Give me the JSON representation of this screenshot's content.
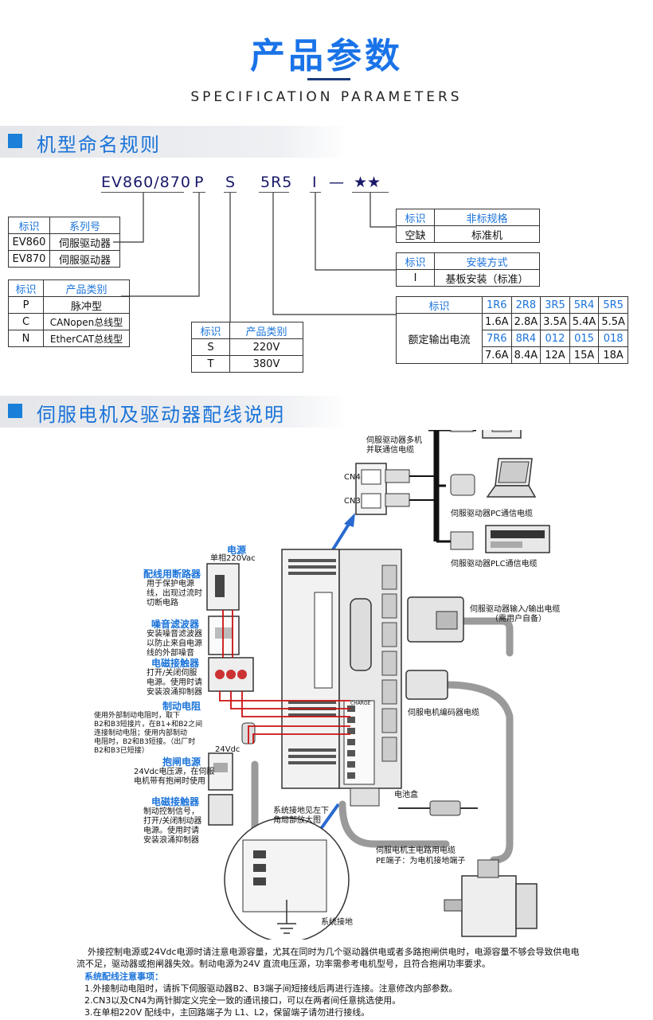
{
  "header": {
    "title": "产品参数",
    "subtitle": "SPECIFICATION PARAMETERS"
  },
  "section1": {
    "title": "机型命名规则",
    "model_code": {
      "series": "EV860/870",
      "p": "P",
      "s": "S",
      "r": "5R5",
      "i": "I",
      "dash": "—",
      "stars": "★★"
    },
    "series_table": {
      "headers": [
        "标识",
        "系列号"
      ],
      "rows": [
        [
          "EV860",
          "伺服驱动器"
        ],
        [
          "EV870",
          "伺服驱动器"
        ]
      ]
    },
    "category_table": {
      "headers": [
        "标识",
        "产品类别"
      ],
      "rows": [
        [
          "P",
          "脉冲型"
        ],
        [
          "C",
          "CANopen总线型"
        ],
        [
          "N",
          "EtherCAT总线型"
        ]
      ]
    },
    "voltage_table": {
      "headers": [
        "标识",
        "产品类别"
      ],
      "rows": [
        [
          "S",
          "220V"
        ],
        [
          "T",
          "380V"
        ]
      ]
    },
    "spec_table": {
      "headers": [
        "标识",
        "非标规格"
      ],
      "rows": [
        [
          "空缺",
          "标准机"
        ]
      ]
    },
    "install_table": {
      "headers": [
        "标识",
        "安装方式"
      ],
      "rows": [
        [
          "I",
          "基板安装（标准）"
        ]
      ]
    },
    "current_table": {
      "label_header": "标识",
      "label_row": "额定输出电流",
      "codes1": [
        "1R6",
        "2R8",
        "3R5",
        "5R4",
        "5R5"
      ],
      "values1": [
        "1.6A",
        "2.8A",
        "3.5A",
        "5.4A",
        "5.5A"
      ],
      "codes2": [
        "7R6",
        "8R4",
        "012",
        "015",
        "018"
      ],
      "values2": [
        "7.6A",
        "8.4A",
        "12A",
        "15A",
        "18A"
      ]
    }
  },
  "section2": {
    "title": "伺服电机及驱动器配线说明",
    "labels": {
      "multi_comm": "伺服驱动器多机\n并联通信电缆",
      "cn4": "CN4",
      "cn3": "CN3",
      "pc_cable": "伺服驱动器PC通信电缆",
      "plc_cable": "伺服驱动器PLC通信电缆",
      "power": "电源",
      "power_spec": "单相220Vac",
      "breaker": "配线用断路器",
      "breaker_desc": "用于保护电源\n线，出现过流时\n切断电路",
      "filter": "噪音滤波器",
      "filter_desc": "安装噪音滤波器\n以防止来自电源\n线的外部噪音",
      "contactor": "电磁接触器",
      "contactor_desc": "打开/关闭伺服\n电源。使用时请\n安装浪涌抑制器",
      "brake_res": "制动电阻",
      "brake_res_desc": "使用外部制动电阻时，取下\nB2和B3短接片，在B1+和B2之间\n连接制动电阻；使用内部制动\n电阻时，B2和B3短接。（出厂时\nB2和B3已短接）",
      "brake_power": "抱闸电源",
      "brake_power_desc": "24Vdc电压源，在伺服\n电机带有抱闸时使用",
      "vdc": "24Vdc",
      "contactor2": "电磁接触器",
      "contactor2_desc": "制动控制信号，\n打开/关闭制动器\n电源。使用时请\n安装浪涌抑制器",
      "io_cable": "伺服驱动器输入/输出电缆",
      "io_cable_note": "（需用户自备）",
      "encoder_cable": "伺服电机编码器电缆",
      "battery": "电池盒",
      "ground_note": "系统接地见左下\n角局部放大图",
      "main_cable": "伺服电机主电路用电缆",
      "pe_note": "PE端子：为电机接地端子",
      "sys_ground": "系统接地",
      "charge": "CHARGE"
    },
    "notes": {
      "para": "外接控制电源或24Vdc电源时请注意电源容量，尤其在同时为几个驱动器供电或者多路抱闸供电时，电源容量不够会导致供电电流不足，驱动器或抱闸器失效。制动电源为24V 直流电压源，功率需参考电机型号，且符合抱闸功率要求。",
      "heading": "系统配线注意事项：",
      "items": [
        "1.外接制动电阻时，请拆下伺服驱动器B2、B3端子间短接线后再进行连接。注意修改内部参数。",
        "2.CN3以及CN4为两针脚定义完全一致的通讯接口，可以在两者间任意挑选使用。",
        "3.在单相220V 配线中，主回路端子为 L1、L2，保留端子请勿进行接线。"
      ]
    }
  },
  "colors": {
    "accent": "#1a73d9",
    "wire_red": "#cc1111",
    "cable_gray": "#9a9a9a"
  }
}
